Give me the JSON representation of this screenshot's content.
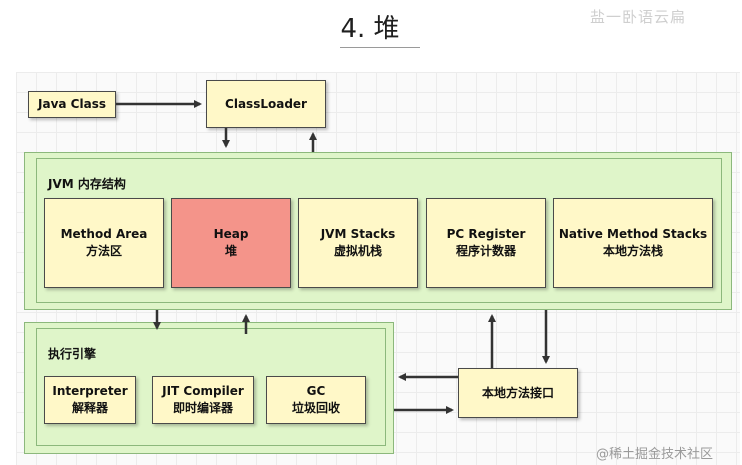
{
  "title": "4. 堆",
  "watermark_top": "盐一卧语云扁",
  "watermark_bottom": "@稀土掘金技术社区",
  "nodes": {
    "java_class": "Java Class",
    "classloader": "ClassLoader",
    "jvm_panel_label": "JVM 内存结构",
    "method_area": {
      "en": "Method Area",
      "zh": "方法区"
    },
    "heap": {
      "en": "Heap",
      "zh": "堆"
    },
    "jvm_stacks": {
      "en": "JVM Stacks",
      "zh": "虚拟机栈"
    },
    "pc_register": {
      "en": "PC Register",
      "zh": "程序计数器"
    },
    "native_method_stacks": {
      "en": "Native Method Stacks",
      "zh": "本地方法栈"
    },
    "engine_panel_label": "执行引擎",
    "interpreter": {
      "en": "Interpreter",
      "zh": "解释器"
    },
    "jit_compiler": {
      "en": "JIT Compiler",
      "zh": "即时编译器"
    },
    "gc": {
      "en": "GC",
      "zh": "垃圾回收"
    },
    "native_interface": "本地方法接口"
  },
  "colors": {
    "box_fill": "#fff8c8",
    "heap_fill": "#f4948a",
    "panel_fill": "#dff5c9",
    "panel_border": "#8cb87c",
    "arrow": "#333333"
  }
}
